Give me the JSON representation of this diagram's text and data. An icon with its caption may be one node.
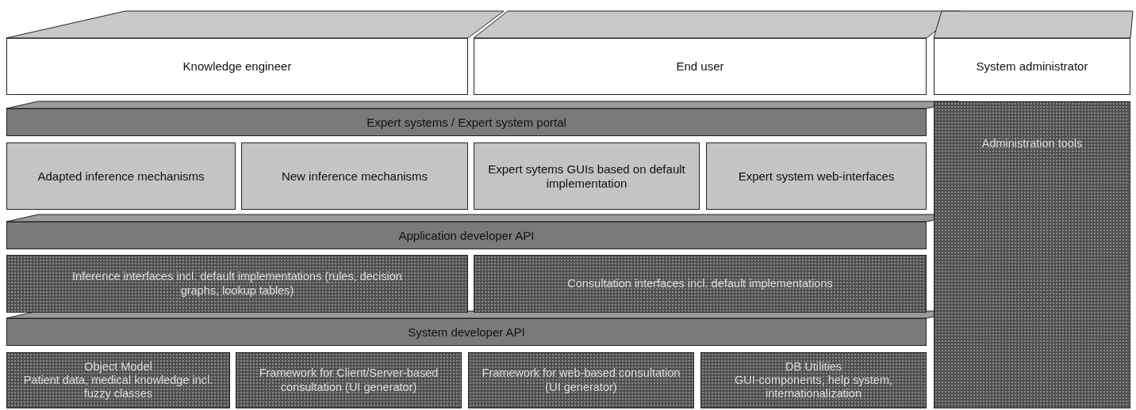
{
  "diagram": {
    "nodes": [
      {
        "text": [
          "Knowledge engineer"
        ]
      },
      {
        "text": [
          "End user"
        ]
      },
      {
        "text": [
          "System administrator"
        ]
      },
      {
        "text": [
          "Expert systems / Expert system portal"
        ]
      },
      {
        "text": [
          "Adapted inference mechanisms"
        ]
      },
      {
        "text": [
          "New inference mechanisms"
        ]
      },
      {
        "text": [
          "Expert sytems GUIs based on default implementation"
        ]
      },
      {
        "text": [
          "Expert system web-interfaces"
        ]
      },
      {
        "text": [
          "Application developer API"
        ]
      },
      {
        "text": [
          "Inference interfaces incl. default implementations (rules, decision graphs, lookup tables)"
        ]
      },
      {
        "text": [
          "Consultation interfaces incl. default implementations"
        ]
      },
      {
        "text": [
          "System developer API"
        ]
      },
      {
        "text": [
          "Object Model",
          "Patient data, medical knowledge incl. fuzzy classes"
        ]
      },
      {
        "text": [
          "Framework for Client/Server-based consultation (UI generator)"
        ]
      },
      {
        "text": [
          "Framework for web-based consultation (UI generator)"
        ]
      },
      {
        "text": [
          "DB Utilities",
          "GUI-components, help system, internationalization"
        ]
      },
      {
        "text": [
          "Administration tools"
        ]
      }
    ]
  }
}
